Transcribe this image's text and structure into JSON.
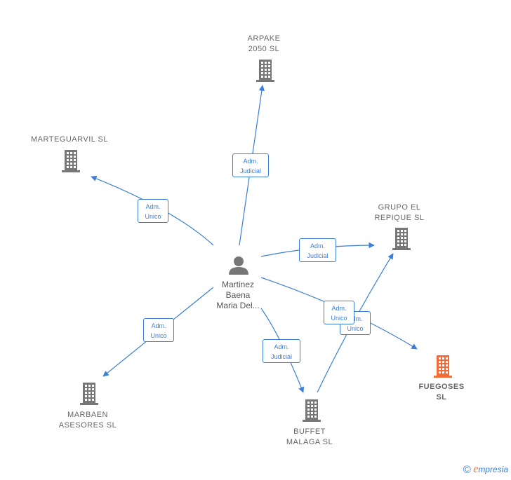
{
  "person": {
    "label": "Martinez\nBaena\nMaria Del..."
  },
  "companies": {
    "arpake": {
      "label": "ARPAKE\n2050 SL"
    },
    "marteguarvil": {
      "label": "MARTEGUARVIL SL"
    },
    "grupo": {
      "label": "GRUPO EL\nREPIQUE SL"
    },
    "fuegoses": {
      "label": "FUEGOSES\nSL",
      "color": "#f26b38"
    },
    "buffet": {
      "label": "BUFFET\nMALAGA SL"
    },
    "marbaen": {
      "label": "MARBAEN\nASESORES SL"
    }
  },
  "edges": {
    "arpake": "Adm.\nJudicial",
    "marteguarvil": "Adm.\nUnico",
    "grupo": "Adm.\nJudicial",
    "buffet": "Adm.\nJudicial",
    "marbaen": "Adm.\nUnico",
    "fuegoses": "Adm.\nUnico",
    "buffet_grupo": "Adm.\nUnico"
  },
  "colors": {
    "edge": "#3a7fd5",
    "building": "#777777",
    "highlight": "#f26b38",
    "person": "#777777"
  },
  "footer": {
    "symbol": "©",
    "brand_initial": "e",
    "brand_rest": "mpresia"
  }
}
